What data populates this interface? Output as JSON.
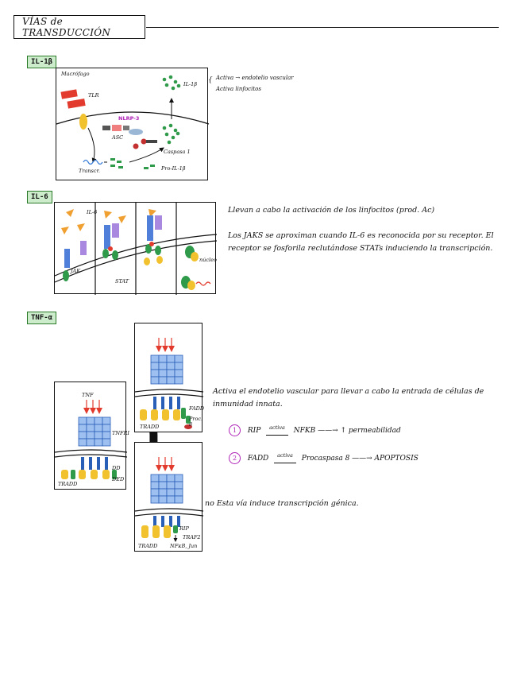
{
  "title": "VÍAS de TRANSDUCCIÓN",
  "il1b": {
    "tag": "IL-1β",
    "macrofago": "Macrófago",
    "tlr": "TLR",
    "nlrp3": "NLRP-3",
    "asc": "ASC",
    "caspasa": "Caspasa 1",
    "il1b_label": "IL-1β",
    "transcr": "Transcr.",
    "pro": "Pro-IL-1β",
    "effects": [
      "Activa → endotelio vascular",
      "Activa linfocitos"
    ]
  },
  "il6": {
    "tag": "IL-6",
    "il6_label": "IL-6",
    "jak": "JAK",
    "stat": "STAT",
    "nuc": "núcleo",
    "note1": "Llevan a cabo la activación de los linfocitos (prod. Ac)",
    "note2": "Los JAKS se aproximan cuando IL-6 es reconocida por su receptor. El receptor se fosforila reclutándose STATs induciendo la transcripción."
  },
  "tnf": {
    "tag": "TNF-α",
    "tnf_label": "TNF",
    "tnfr": "TNFRI",
    "dd": "DD",
    "ded": "DED",
    "tradd": "TRADD",
    "fadd": "FADD",
    "proc8": "Proc. 8",
    "rip": "RIP",
    "traf2": "TRAF2",
    "nfkb": "NFκB, Jun",
    "note1": "Activa el endotelio vascular para llevar a cabo la entrada de células de inmunidad innata.",
    "item1": {
      "num": "1",
      "text_a": "RIP",
      "arrow_word": "activa",
      "text_b": "NFKB ——→ ↑ permeabilidad"
    },
    "item2": {
      "num": "2",
      "text_a": "FADD",
      "arrow_word": "activa",
      "text_b": "Procaspasa 8 ——→ APOPTOSIS"
    },
    "note2": "no Esta vía induce transcripción génica."
  },
  "colors": {
    "tag_bg": "#cdeccc",
    "tag_border": "#2a7a2a",
    "red": "#e23b2e",
    "green": "#2e9a4a",
    "blue": "#4f7fd8",
    "yellow": "#f2c12e",
    "purple": "#b024b8",
    "orange": "#f0a030"
  }
}
